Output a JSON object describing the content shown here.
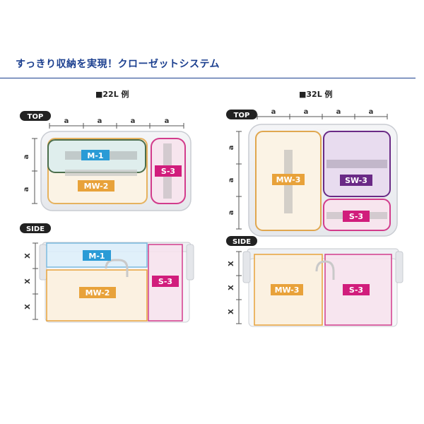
{
  "header": {
    "title": "すっきり収納を実現！クローゼットシステム"
  },
  "left": {
    "heading": "■22L 例",
    "top_tag": "TOP",
    "side_tag": "SIDE",
    "dim_a": "a",
    "dim_x": "X",
    "boxes": {
      "m1": "M-1",
      "mw2": "MW-2",
      "s3": "S-3"
    }
  },
  "right": {
    "heading": "■32L 例",
    "top_tag": "TOP",
    "side_tag": "SIDE",
    "dim_a": "a",
    "dim_x": "X",
    "boxes": {
      "mw3": "MW-3",
      "sw3": "SW-3",
      "s3": "S-3"
    }
  },
  "colors": {
    "title": "#1b3f8f",
    "m_blue": "#2a9bd6",
    "mw_orange": "#e8a23a",
    "s_magenta": "#d11d7c",
    "sw_purple": "#6a2a86"
  }
}
